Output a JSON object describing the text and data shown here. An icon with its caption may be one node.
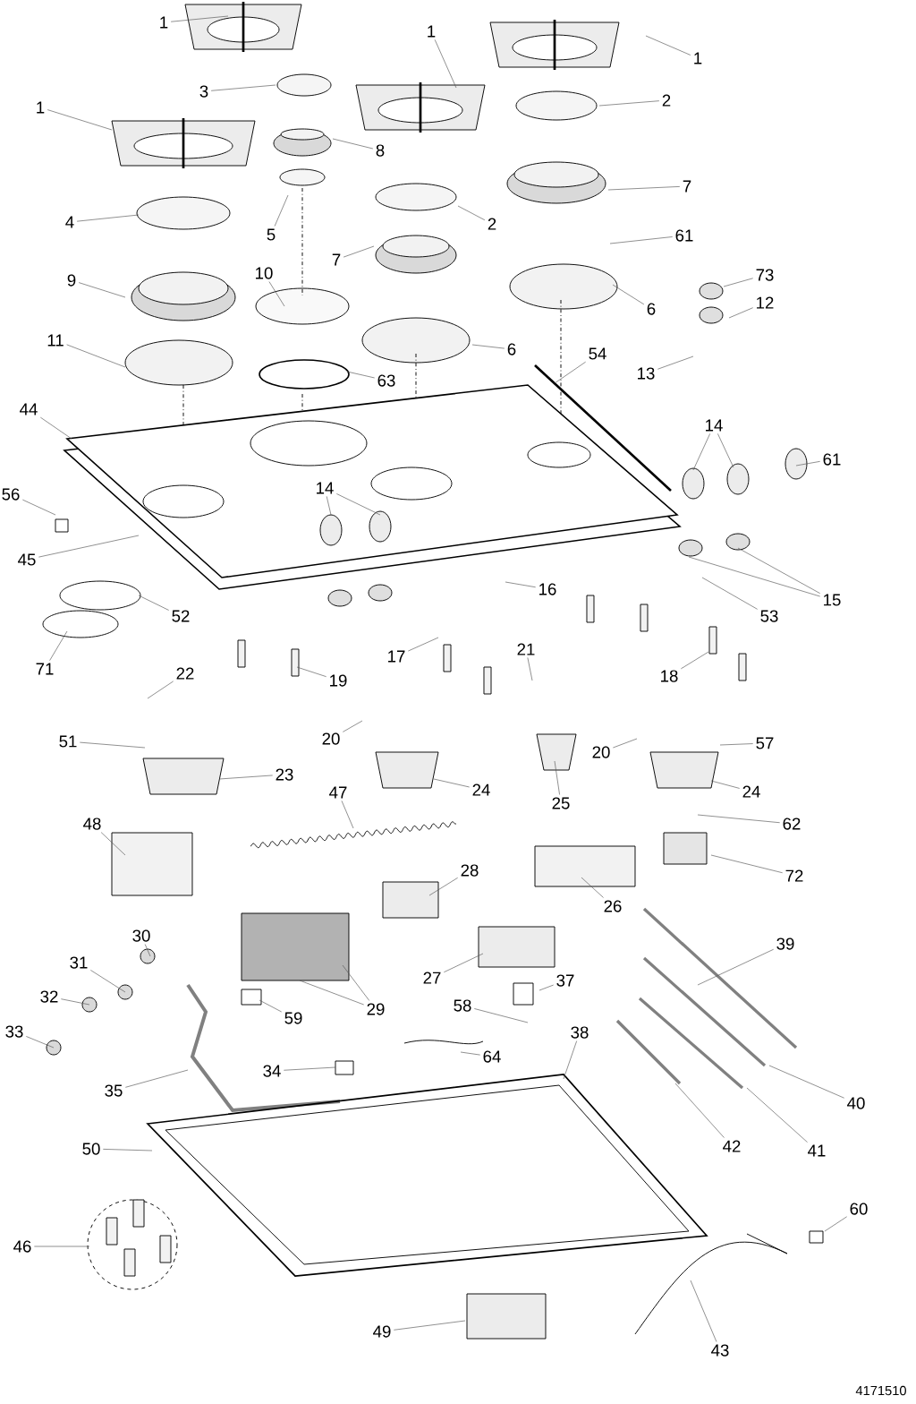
{
  "diagram": {
    "nodes": [
      {
        "text": [
          "1"
        ]
      },
      {
        "text": [
          "1"
        ]
      },
      {
        "text": [
          "1"
        ]
      },
      {
        "text": [
          "3"
        ]
      },
      {
        "text": [
          "2"
        ]
      },
      {
        "text": [
          "1"
        ]
      },
      {
        "text": [
          "8"
        ]
      },
      {
        "text": [
          "7"
        ]
      },
      {
        "text": [
          "4"
        ]
      },
      {
        "text": [
          "2"
        ]
      },
      {
        "text": [
          "5"
        ]
      },
      {
        "text": [
          "61"
        ]
      },
      {
        "text": [
          "7"
        ]
      },
      {
        "text": [
          "10"
        ]
      },
      {
        "text": [
          "73"
        ]
      },
      {
        "text": [
          "9"
        ]
      },
      {
        "text": [
          "12"
        ]
      },
      {
        "text": [
          "6"
        ]
      },
      {
        "text": [
          "11"
        ]
      },
      {
        "text": [
          "6"
        ]
      },
      {
        "text": [
          "54"
        ]
      },
      {
        "text": [
          "13"
        ]
      },
      {
        "text": [
          "63"
        ]
      },
      {
        "text": [
          "44"
        ]
      },
      {
        "text": [
          "14"
        ]
      },
      {
        "text": [
          "61"
        ]
      },
      {
        "text": [
          "14"
        ]
      },
      {
        "text": [
          "56"
        ]
      },
      {
        "text": [
          "45"
        ]
      },
      {
        "text": [
          "16"
        ]
      },
      {
        "text": [
          "15"
        ]
      },
      {
        "text": [
          "52"
        ]
      },
      {
        "text": [
          "53"
        ]
      },
      {
        "text": [
          "17"
        ]
      },
      {
        "text": [
          "21"
        ]
      },
      {
        "text": [
          "71"
        ]
      },
      {
        "text": [
          "22"
        ]
      },
      {
        "text": [
          "18"
        ]
      },
      {
        "text": [
          "19"
        ]
      },
      {
        "text": [
          "20"
        ]
      },
      {
        "text": [
          "51"
        ]
      },
      {
        "text": [
          "57"
        ]
      },
      {
        "text": [
          "20"
        ]
      },
      {
        "text": [
          "23"
        ]
      },
      {
        "text": [
          "24"
        ]
      },
      {
        "text": [
          "47"
        ]
      },
      {
        "text": [
          "24"
        ]
      },
      {
        "text": [
          "25"
        ]
      },
      {
        "text": [
          "48"
        ]
      },
      {
        "text": [
          "62"
        ]
      },
      {
        "text": [
          "28"
        ]
      },
      {
        "text": [
          "72"
        ]
      },
      {
        "text": [
          "26"
        ]
      },
      {
        "text": [
          "30"
        ]
      },
      {
        "text": [
          "39"
        ]
      },
      {
        "text": [
          "31"
        ]
      },
      {
        "text": [
          "27"
        ]
      },
      {
        "text": [
          "37"
        ]
      },
      {
        "text": [
          "32"
        ]
      },
      {
        "text": [
          "58"
        ]
      },
      {
        "text": [
          "29"
        ]
      },
      {
        "text": [
          "59"
        ]
      },
      {
        "text": [
          "33"
        ]
      },
      {
        "text": [
          "38"
        ]
      },
      {
        "text": [
          "64"
        ]
      },
      {
        "text": [
          "34"
        ]
      },
      {
        "text": [
          "35"
        ]
      },
      {
        "text": [
          "40"
        ]
      },
      {
        "text": [
          "42"
        ]
      },
      {
        "text": [
          "50"
        ]
      },
      {
        "text": [
          "41"
        ]
      },
      {
        "text": [
          "60"
        ]
      },
      {
        "text": [
          "46"
        ]
      },
      {
        "text": [
          "49"
        ]
      },
      {
        "text": [
          "43"
        ]
      }
    ],
    "edges": [
      {
        "from": 0,
        "to": null,
        "arrow": "none"
      },
      {
        "from": 1,
        "to": null,
        "arrow": "none"
      },
      {
        "from": 2,
        "to": null,
        "arrow": "none"
      },
      {
        "from": 3,
        "to": null,
        "arrow": "none"
      },
      {
        "from": 4,
        "to": null,
        "arrow": "none"
      },
      {
        "from": 5,
        "to": null,
        "arrow": "none"
      },
      {
        "from": 6,
        "to": null,
        "arrow": "none"
      },
      {
        "from": 7,
        "to": null,
        "arrow": "none"
      },
      {
        "from": 8,
        "to": null,
        "arrow": "none"
      },
      {
        "from": 9,
        "to": null,
        "arrow": "none"
      },
      {
        "from": 10,
        "to": null,
        "arrow": "none"
      },
      {
        "from": 11,
        "to": null,
        "arrow": "none"
      },
      {
        "from": 12,
        "to": null,
        "arrow": "none"
      },
      {
        "from": 13,
        "to": null,
        "arrow": "none"
      },
      {
        "from": 14,
        "to": null,
        "arrow": "none"
      },
      {
        "from": 15,
        "to": null,
        "arrow": "none"
      },
      {
        "from": 16,
        "to": null,
        "arrow": "none"
      },
      {
        "from": 17,
        "to": null,
        "arrow": "none"
      },
      {
        "from": 18,
        "to": null,
        "arrow": "none"
      },
      {
        "from": 19,
        "to": null,
        "arrow": "none"
      },
      {
        "from": 20,
        "to": null,
        "arrow": "none"
      },
      {
        "from": 21,
        "to": null,
        "arrow": "none"
      },
      {
        "from": 22,
        "to": null,
        "arrow": "none"
      },
      {
        "from": 23,
        "to": null,
        "arrow": "none"
      },
      {
        "from": 24,
        "to": null,
        "arrow": "none"
      },
      {
        "from": 24,
        "to": null,
        "arrow": "none"
      },
      {
        "from": 25,
        "to": null,
        "arrow": "none"
      },
      {
        "from": 26,
        "to": null,
        "arrow": "none"
      },
      {
        "from": 26,
        "to": null,
        "arrow": "none"
      },
      {
        "from": 27,
        "to": null,
        "arrow": "none"
      },
      {
        "from": 28,
        "to": null,
        "arrow": "none"
      },
      {
        "from": 29,
        "to": null,
        "arrow": "none"
      },
      {
        "from": 30,
        "to": null,
        "arrow": "none"
      },
      {
        "from": 30,
        "to": null,
        "arrow": "none"
      },
      {
        "from": 31,
        "to": null,
        "arrow": "none"
      },
      {
        "from": 32,
        "to": null,
        "arrow": "none"
      },
      {
        "from": 33,
        "to": null,
        "arrow": "none"
      },
      {
        "from": 34,
        "to": null,
        "arrow": "none"
      },
      {
        "from": 35,
        "to": null,
        "arrow": "none"
      },
      {
        "from": 36,
        "to": null,
        "arrow": "none"
      },
      {
        "from": 37,
        "to": null,
        "arrow": "none"
      },
      {
        "from": 38,
        "to": null,
        "arrow": "none"
      },
      {
        "from": 39,
        "to": null,
        "arrow": "none"
      },
      {
        "from": 40,
        "to": null,
        "arrow": "none"
      },
      {
        "from": 41,
        "to": null,
        "arrow": "none"
      },
      {
        "from": 42,
        "to": null,
        "arrow": "none"
      },
      {
        "from": 43,
        "to": null,
        "arrow": "none"
      },
      {
        "from": 44,
        "to": null,
        "arrow": "none"
      },
      {
        "from": 45,
        "to": null,
        "arrow": "none"
      },
      {
        "from": 46,
        "to": null,
        "arrow": "none"
      },
      {
        "from": 47,
        "to": null,
        "arrow": "none"
      },
      {
        "from": 48,
        "to": null,
        "arrow": "none"
      },
      {
        "from": 49,
        "to": null,
        "arrow": "none"
      },
      {
        "from": 50,
        "to": null,
        "arrow": "none"
      },
      {
        "from": 51,
        "to": null,
        "arrow": "none"
      },
      {
        "from": 52,
        "to": null,
        "arrow": "none"
      },
      {
        "from": 53,
        "to": null,
        "arrow": "none"
      },
      {
        "from": 54,
        "to": null,
        "arrow": "none"
      },
      {
        "from": 55,
        "to": null,
        "arrow": "none"
      },
      {
        "from": 56,
        "to": null,
        "arrow": "none"
      },
      {
        "from": 57,
        "to": null,
        "arrow": "none"
      },
      {
        "from": 58,
        "to": null,
        "arrow": "none"
      },
      {
        "from": 59,
        "to": null,
        "arrow": "none"
      },
      {
        "from": 60,
        "to": null,
        "arrow": "none"
      },
      {
        "from": 60,
        "to": null,
        "arrow": "none"
      },
      {
        "from": 61,
        "to": null,
        "arrow": "none"
      },
      {
        "from": 62,
        "to": null,
        "arrow": "none"
      },
      {
        "from": 63,
        "to": null,
        "arrow": "none"
      },
      {
        "from": 64,
        "to": null,
        "arrow": "none"
      },
      {
        "from": 65,
        "to": null,
        "arrow": "none"
      },
      {
        "from": 66,
        "to": null,
        "arrow": "none"
      },
      {
        "from": 67,
        "to": null,
        "arrow": "none"
      },
      {
        "from": 68,
        "to": null,
        "arrow": "none"
      },
      {
        "from": 69,
        "to": null,
        "arrow": "none"
      },
      {
        "from": 70,
        "to": null,
        "arrow": "none"
      },
      {
        "from": 71,
        "to": null,
        "arrow": "none"
      },
      {
        "from": 72,
        "to": null,
        "arrow": "none"
      },
      {
        "from": 73,
        "to": null,
        "arrow": "none"
      },
      {
        "from": 74,
        "to": null,
        "arrow": "none"
      }
    ],
    "labels": [
      "4171510"
    ]
  }
}
